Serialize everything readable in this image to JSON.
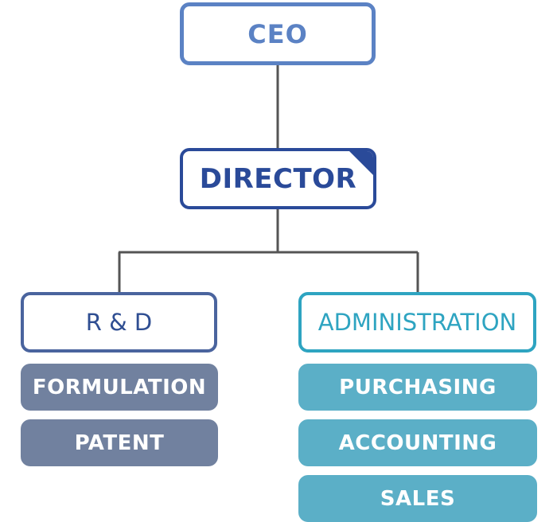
{
  "chart": {
    "ceo": "CEO",
    "director": "DIRECTOR",
    "departments": [
      {
        "name": "R & D",
        "units": [
          "FORMULATION",
          "PATENT"
        ]
      },
      {
        "name": "ADMINISTRATION",
        "units": [
          "PURCHASING",
          "ACCOUNTING",
          "SALES"
        ]
      }
    ]
  },
  "colors": {
    "ceo": "#5b82c4",
    "director": "#2a4a99",
    "rd_border": "#4a649e",
    "rd_units": "#71819f",
    "admin_border": "#2ea4c1",
    "admin_units": "#5bafc7",
    "connector": "#555555"
  }
}
